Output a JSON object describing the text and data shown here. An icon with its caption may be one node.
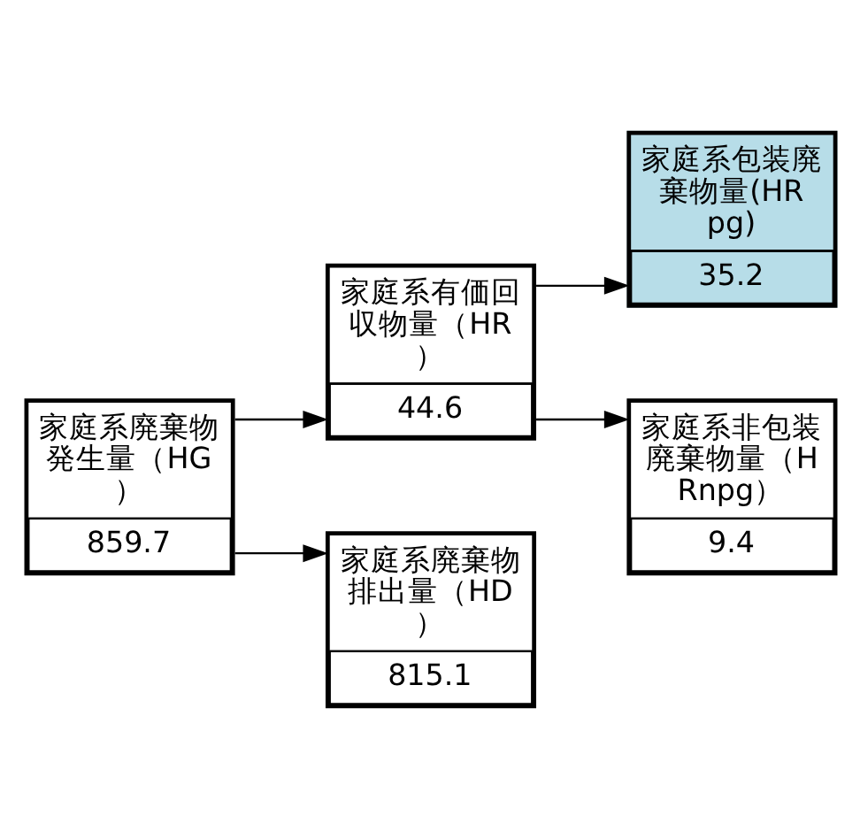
{
  "diagram": {
    "nodes": [
      {
        "text": [
          "家庭系廃棄物発生量（HG）",
          "859.7"
        ]
      },
      {
        "text": [
          "家庭系有価回収物量（HR）",
          "44.6"
        ]
      },
      {
        "text": [
          "家庭系包装廃棄物量(HRpg)",
          "35.2"
        ]
      },
      {
        "text": [
          "家庭系非包装廃棄物量（HRnpg）",
          "9.4"
        ]
      },
      {
        "text": [
          "家庭系廃棄物排出量（HD）",
          "815.1"
        ]
      }
    ],
    "edges": [
      {
        "from": 0,
        "to": 1,
        "arrow": "to"
      },
      {
        "from": 0,
        "to": 4,
        "arrow": "to"
      },
      {
        "from": 1,
        "to": 2,
        "arrow": "to"
      },
      {
        "from": 1,
        "to": 3,
        "arrow": "to"
      }
    ]
  }
}
